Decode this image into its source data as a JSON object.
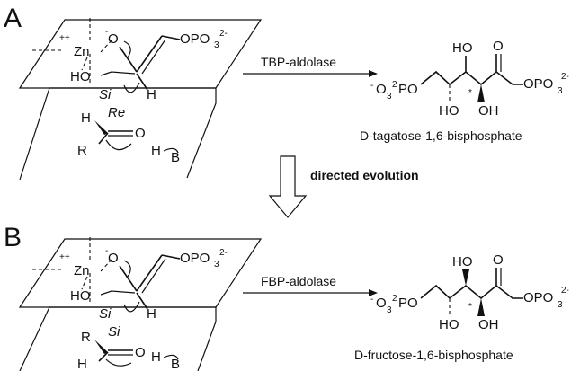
{
  "panels": [
    {
      "letter": "A",
      "enzyme": "TBP-aldolase",
      "product": "D-tagatose-1,6-bisphosphate",
      "face_top": "Si",
      "face_bottom": "Re",
      "aldehyde_left_sub": "H",
      "aldehyde_right_sub": "R"
    },
    {
      "letter": "B",
      "enzyme": "FBP-aldolase",
      "product": "D-fructose-1,6-bisphosphate",
      "face_top": "Si",
      "face_bottom": "Si",
      "aldehyde_left_sub": "R",
      "aldehyde_right_sub": "H"
    }
  ],
  "center_label": "directed evolution",
  "chem": {
    "zinc": "Zn",
    "zinc_charge": "++",
    "alkoxide": "O",
    "charge_minus": "-",
    "phosphate": "OPO",
    "phosphate_sub": "3",
    "phosphate_charge": "2-",
    "hydroxyl_ho": "HO",
    "hydroxyl_oh": "OH",
    "hydrogen": "H",
    "base": "B",
    "carbonyl_o": "O",
    "product_left_prefix": "O",
    "product_left_sub": "3",
    "product_left_charge": "2",
    "product_left_suffix": "PO",
    "stereo_mark": "*"
  }
}
